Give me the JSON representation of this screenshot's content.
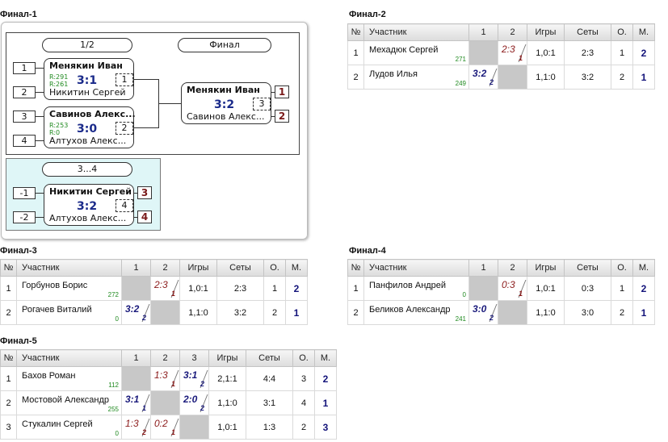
{
  "final1": {
    "title": "Финал-1",
    "label_semi": "1/2",
    "label_final": "Финал",
    "label_third": "3...4",
    "semi1": {
      "seed_a": "1",
      "seed_b": "2",
      "player_a": "Менякин Иван",
      "player_b": "Никитин Сергей",
      "rating_a": "R:291",
      "rating_b": "R:261",
      "score": "3:1",
      "match_no": "1"
    },
    "semi2": {
      "seed_a": "3",
      "seed_b": "4",
      "player_a": "Савинов Алекс...",
      "player_b": "Алтухов Алекс...",
      "rating_a": "R:253",
      "rating_b": "R:0",
      "score": "3:0",
      "match_no": "2"
    },
    "final": {
      "player_a": "Менякин Иван",
      "player_b": "Савинов Алекс...",
      "score": "3:2",
      "match_no": "3",
      "place_a": "1",
      "place_b": "2"
    },
    "third": {
      "seed_a": "-1",
      "seed_b": "-2",
      "player_a": "Никитин Сергей",
      "player_b": "Алтухов Алекс...",
      "score": "3:2",
      "match_no": "4",
      "place_a": "3",
      "place_b": "4"
    }
  },
  "headers": {
    "no": "№",
    "player": "Участник",
    "games": "Игры",
    "sets": "Сеты",
    "points": "О.",
    "place": "М."
  },
  "groups": {
    "final2": {
      "title": "Финал-2",
      "cols": [
        "1",
        "2"
      ],
      "rows": [
        {
          "no": "1",
          "name": "Мехадюк Сергей",
          "rating": "271",
          "cells": [
            {
              "type": "self"
            },
            {
              "score": "2:3",
              "round": "1",
              "result": "loss"
            }
          ],
          "games": "1,0:1",
          "sets": "2:3",
          "points": "1",
          "place": "2"
        },
        {
          "no": "2",
          "name": "Лудов Илья",
          "rating": "249",
          "cells": [
            {
              "score": "3:2",
              "round": "2",
              "result": "win"
            },
            {
              "type": "self"
            }
          ],
          "games": "1,1:0",
          "sets": "3:2",
          "points": "2",
          "place": "1"
        }
      ]
    },
    "final3": {
      "title": "Финал-3",
      "cols": [
        "1",
        "2"
      ],
      "rows": [
        {
          "no": "1",
          "name": "Горбунов Борис",
          "rating": "272",
          "cells": [
            {
              "type": "self"
            },
            {
              "score": "2:3",
              "round": "1",
              "result": "loss"
            }
          ],
          "games": "1,0:1",
          "sets": "2:3",
          "points": "1",
          "place": "2"
        },
        {
          "no": "2",
          "name": "Рогачев Виталий",
          "rating": "0",
          "cells": [
            {
              "score": "3:2",
              "round": "2",
              "result": "win"
            },
            {
              "type": "self"
            }
          ],
          "games": "1,1:0",
          "sets": "3:2",
          "points": "2",
          "place": "1"
        }
      ]
    },
    "final4": {
      "title": "Финал-4",
      "cols": [
        "1",
        "2"
      ],
      "rows": [
        {
          "no": "1",
          "name": "Панфилов Андрей",
          "rating": "0",
          "cells": [
            {
              "type": "self"
            },
            {
              "score": "0:3",
              "round": "1",
              "result": "loss"
            }
          ],
          "games": "1,0:1",
          "sets": "0:3",
          "points": "1",
          "place": "2"
        },
        {
          "no": "2",
          "name": "Беликов Александр",
          "rating": "241",
          "cells": [
            {
              "score": "3:0",
              "round": "2",
              "result": "win"
            },
            {
              "type": "self"
            }
          ],
          "games": "1,1:0",
          "sets": "3:0",
          "points": "2",
          "place": "1"
        }
      ]
    },
    "final5": {
      "title": "Финал-5",
      "cols": [
        "1",
        "2",
        "3"
      ],
      "rows": [
        {
          "no": "1",
          "name": "Бахов Роман",
          "rating": "112",
          "cells": [
            {
              "type": "self"
            },
            {
              "score": "1:3",
              "round": "1",
              "result": "loss"
            },
            {
              "score": "3:1",
              "round": "2",
              "result": "win"
            }
          ],
          "games": "2,1:1",
          "sets": "4:4",
          "points": "3",
          "place": "2"
        },
        {
          "no": "2",
          "name": "Мостовой Александр",
          "rating": "255",
          "cells": [
            {
              "score": "3:1",
              "round": "1",
              "result": "win"
            },
            {
              "type": "self"
            },
            {
              "score": "2:0",
              "round": "2",
              "result": "win"
            }
          ],
          "games": "1,1:0",
          "sets": "3:1",
          "points": "4",
          "place": "1"
        },
        {
          "no": "3",
          "name": "Стукалин Сергей",
          "rating": "0",
          "cells": [
            {
              "score": "1:3",
              "round": "2",
              "result": "loss"
            },
            {
              "score": "0:2",
              "round": "1",
              "result": "loss"
            },
            {
              "type": "self"
            }
          ],
          "games": "1,0:1",
          "sets": "1:3",
          "points": "2",
          "place": "3"
        }
      ]
    }
  }
}
